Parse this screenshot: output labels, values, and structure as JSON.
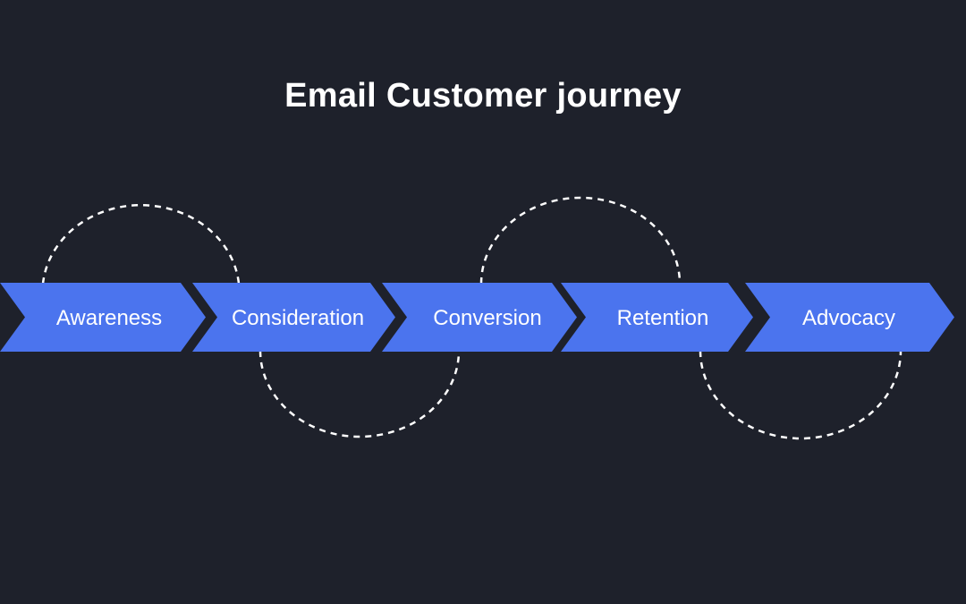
{
  "title": "Email Customer journey",
  "stages": [
    {
      "label": "Awareness"
    },
    {
      "label": "Consideration"
    },
    {
      "label": "Conversion"
    },
    {
      "label": "Retention"
    },
    {
      "label": "Advocacy"
    }
  ],
  "colors": {
    "background": "#1e212b",
    "arrow": "#4b74ee",
    "text": "#ffffff",
    "wave": "#ffffff"
  }
}
